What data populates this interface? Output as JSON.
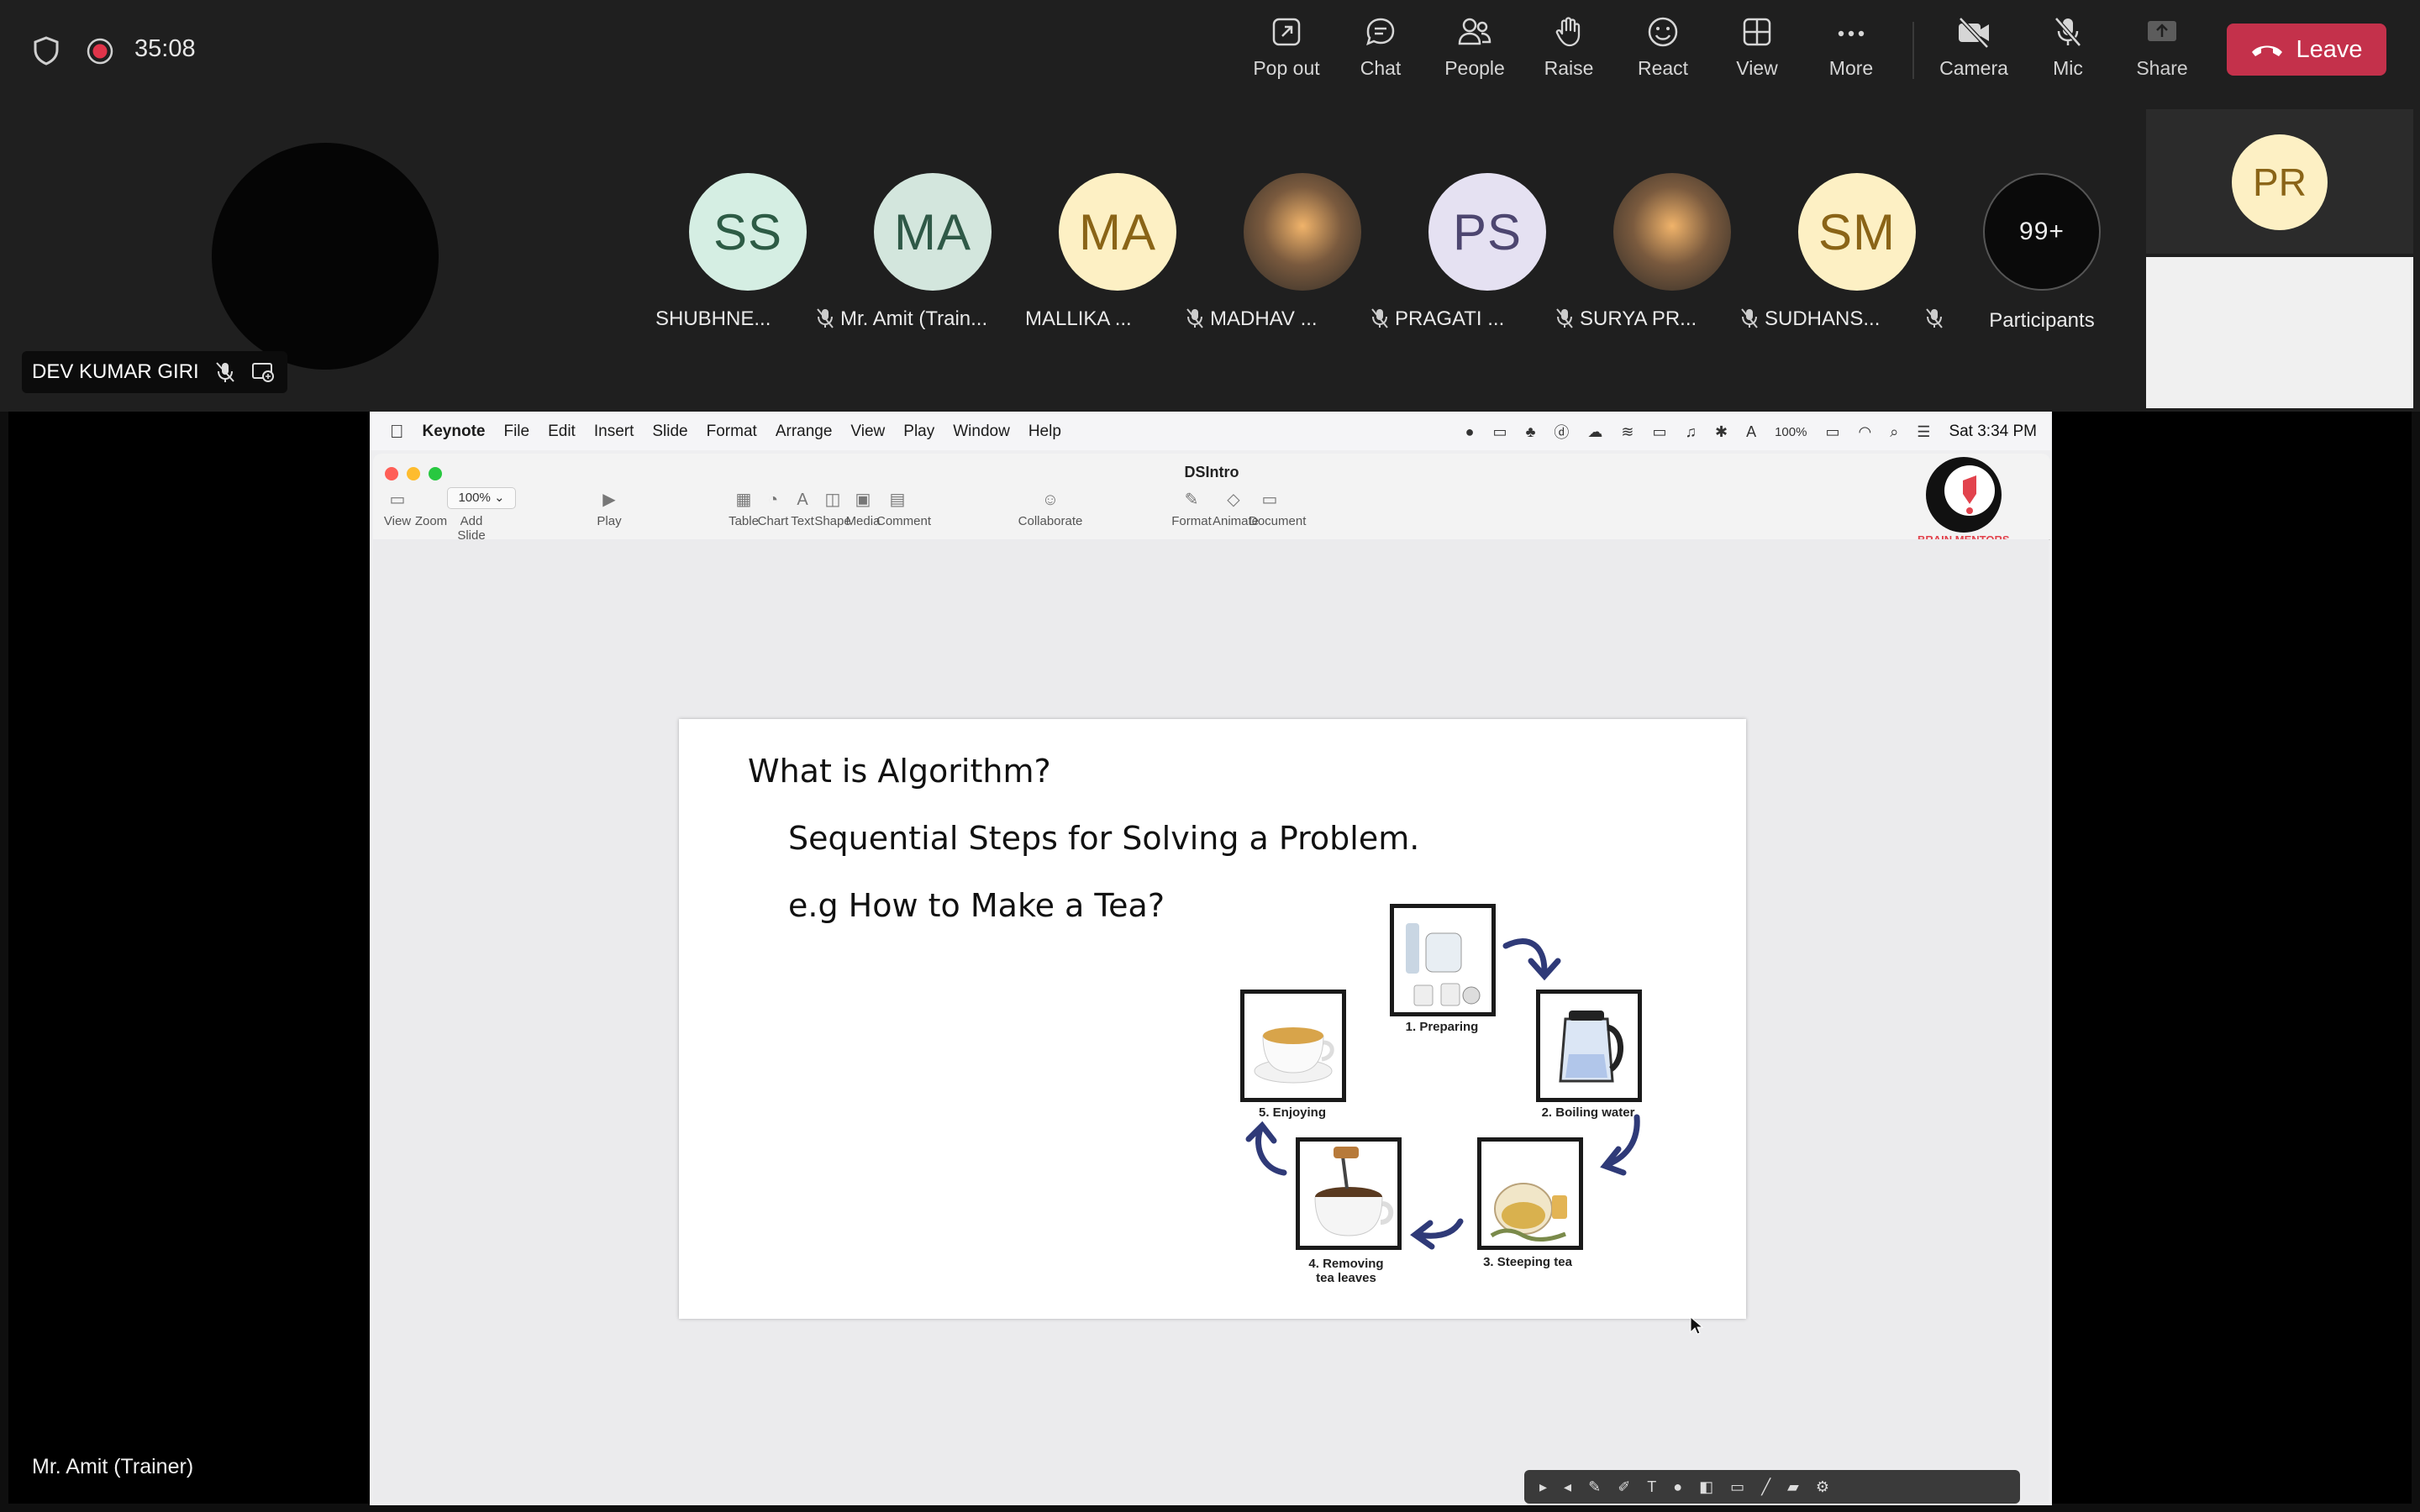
{
  "call": {
    "timer": "35:08",
    "toolbar": [
      {
        "label": "Pop out",
        "icon": "pop-out-icon"
      },
      {
        "label": "Chat",
        "icon": "chat-icon"
      },
      {
        "label": "People",
        "icon": "people-icon"
      },
      {
        "label": "Raise",
        "icon": "raise-hand-icon"
      },
      {
        "label": "React",
        "icon": "react-icon"
      },
      {
        "label": "View",
        "icon": "view-icon"
      },
      {
        "label": "More",
        "icon": "more-icon"
      },
      {
        "label": "Camera",
        "icon": "camera-off-icon"
      },
      {
        "label": "Mic",
        "icon": "mic-off-icon"
      },
      {
        "label": "Share",
        "icon": "share-icon"
      }
    ],
    "leave_label": "Leave",
    "accent": "#c4314b"
  },
  "participants": [
    {
      "initials": "SS",
      "name": "SHUBHNE...",
      "bg": "#d5eee3",
      "fg": "#2d5b45"
    },
    {
      "initials": "MA",
      "name": "Mr. Amit (Train...",
      "bg": "#d3e6dd",
      "fg": "#2f5947"
    },
    {
      "initials": "MA",
      "name": "MALLIKA ...",
      "bg": "#fdf0c4",
      "fg": "#8a6417"
    },
    {
      "initials": "",
      "name": "MADHAV ...",
      "bg": "#6b5a4a",
      "fg": "#fff"
    },
    {
      "initials": "PS",
      "name": "PRAGATI ...",
      "bg": "#e5e1f2",
      "fg": "#4d4670"
    },
    {
      "initials": "",
      "name": "SURYA PR...",
      "bg": "#5f6a52",
      "fg": "#fff"
    },
    {
      "initials": "SM",
      "name": "SUDHANS...",
      "bg": "#fdf0c4",
      "fg": "#8a6417"
    }
  ],
  "more_participants": {
    "count": "99+",
    "label": "Participants"
  },
  "self_tile": {
    "name": "DEV KUMAR GIRI"
  },
  "pr_tile": {
    "initials": "PR"
  },
  "presenter": {
    "name": "Mr. Amit (Trainer)"
  },
  "mac": {
    "menus": [
      "Keynote",
      "File",
      "Edit",
      "Insert",
      "Slide",
      "Format",
      "Arrange",
      "View",
      "Play",
      "Window",
      "Help"
    ],
    "battery": "100%",
    "clock": "Sat 3:34 PM"
  },
  "keynote": {
    "doc_title": "DSIntro",
    "zoom": "100%",
    "tools": [
      {
        "label": "View",
        "glyph": "▭"
      },
      {
        "label": "Zoom",
        "glyph": ""
      },
      {
        "label": "Add Slide",
        "glyph": "⊞"
      },
      {
        "label": "Play",
        "glyph": "▶"
      },
      {
        "label": "Table",
        "glyph": "▦"
      },
      {
        "label": "Chart",
        "glyph": "◔"
      },
      {
        "label": "Text",
        "glyph": "A"
      },
      {
        "label": "Shape",
        "glyph": "◫"
      },
      {
        "label": "Media",
        "glyph": "▣"
      },
      {
        "label": "Comment",
        "glyph": "▤"
      },
      {
        "label": "Collaborate",
        "glyph": "☺"
      },
      {
        "label": "Format",
        "glyph": "✎"
      },
      {
        "label": "Animate",
        "glyph": "◇"
      },
      {
        "label": "Document",
        "glyph": "▭"
      }
    ],
    "brand": "BRAIN MENTORS"
  },
  "slide": {
    "heading": "What is Algorithm?",
    "line1": "Sequential Steps for Solving a Problem.",
    "line2": "e.g How to Make a Tea?",
    "steps": [
      "1. Preparing",
      "2. Boiling water",
      "3. Steeping tea",
      "4. Removing\ntea leaves",
      "5. Enjoying"
    ]
  }
}
